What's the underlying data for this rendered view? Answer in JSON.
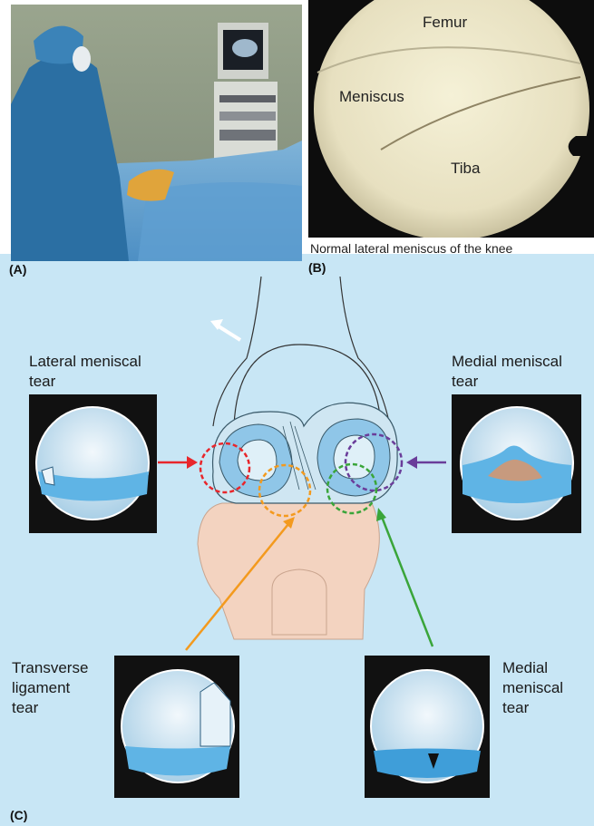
{
  "panel_a": {
    "label": "(A)"
  },
  "panel_b": {
    "label": "(B)",
    "caption": "Normal lateral meniscus of the knee",
    "annotations": {
      "femur": "Femur",
      "meniscus": "Meniscus",
      "tibia": "Tiba"
    }
  },
  "panel_c": {
    "label": "(C)",
    "background_color": "#c8e6f5",
    "tears": {
      "lateral_meniscal": {
        "line1": "Lateral meniscal",
        "line2": "tear",
        "color": "#e8262b"
      },
      "medial_meniscal_top": {
        "line1": "Medial meniscal",
        "line2": "tear",
        "color": "#6a3d9a"
      },
      "transverse_ligament": {
        "line1": "Transverse",
        "line2": "ligament",
        "line3": "tear",
        "color": "#f39a1e"
      },
      "medial_meniscal_bottom": {
        "line1": "Medial",
        "line2": "meniscal",
        "line3": "tear",
        "color": "#3aa53a"
      }
    }
  }
}
